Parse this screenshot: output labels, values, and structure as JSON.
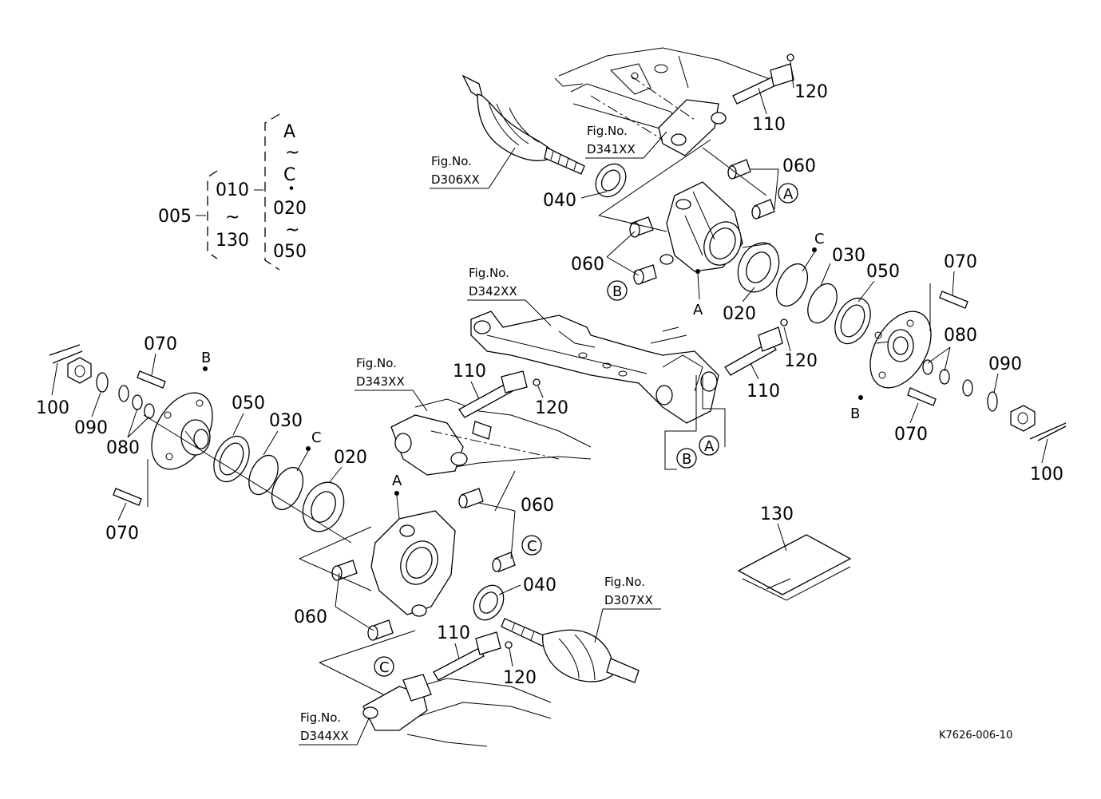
{
  "diagram": {
    "drawing_code": "K7626-006-10",
    "legend": {
      "assembly": "005",
      "range_start": "010",
      "range_end": "130",
      "tilde": "~",
      "right_a": "A",
      "right_c": "C",
      "right_dot": "・",
      "right_020": "020",
      "right_050": "050"
    },
    "fig_refs": [
      {
        "line1": "Fig.No.",
        "line2": "D306XX"
      },
      {
        "line1": "Fig.No.",
        "line2": "D341XX"
      },
      {
        "line1": "Fig.No.",
        "line2": "D342XX"
      },
      {
        "line1": "Fig.No.",
        "line2": "D343XX"
      },
      {
        "line1": "Fig.No.",
        "line2": "D307XX"
      },
      {
        "line1": "Fig.No.",
        "line2": "D344XX"
      }
    ],
    "part_labels": {
      "p020": "020",
      "p030": "030",
      "p040": "040",
      "p050": "050",
      "p060": "060",
      "p070": "070",
      "p080": "080",
      "p090": "090",
      "p100": "100",
      "p110": "110",
      "p120": "120",
      "p130": "130"
    },
    "markers": {
      "a": "A",
      "b": "B",
      "c": "C"
    }
  }
}
